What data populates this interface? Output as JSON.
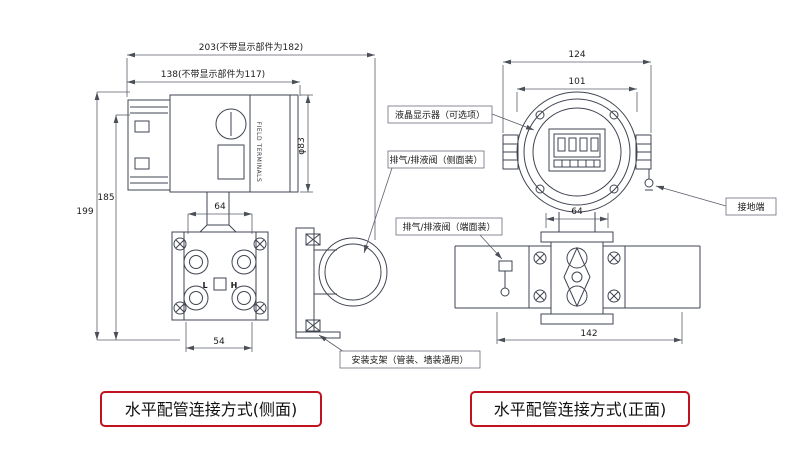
{
  "side": {
    "dim_total_w": "203(不带显示部件为182)",
    "dim_body_w": "138(不带显示部件为117)",
    "dim_h1": "199",
    "dim_h2": "185",
    "dim_dia": "φ83",
    "dim_64": "64",
    "dim_54": "54",
    "terminals": "FIELD TERMINALS",
    "mark_l": "L",
    "mark_h": "H",
    "caption": "水平配管连接方式(侧面)"
  },
  "front": {
    "dim_124": "124",
    "dim_101": "101",
    "dim_64": "64",
    "dim_142": "142",
    "caption": "水平配管连接方式(正面)"
  },
  "callouts": {
    "lcd": "液晶显示器（可选项）",
    "vent_side": "排气/排液阀（侧面装）",
    "vent_front": "排气/排液阀（端面装）",
    "bracket": "安装支架（管装、墙装通用）",
    "ground": "接地端"
  },
  "colors": {
    "caption_border": "#c1121f",
    "line": "#3f4450"
  }
}
